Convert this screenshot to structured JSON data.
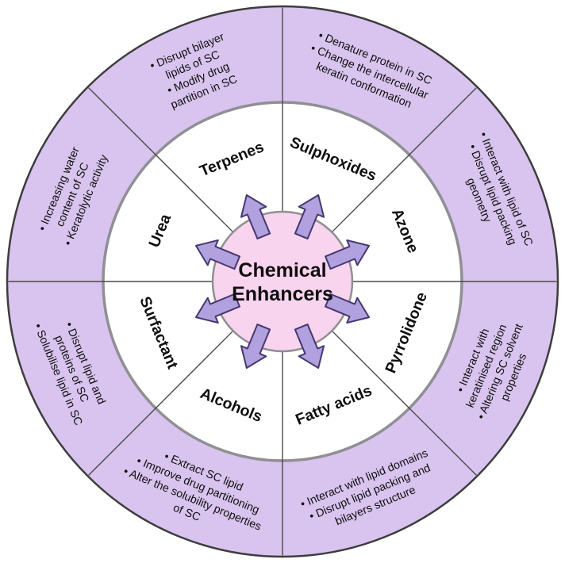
{
  "figure": {
    "type": "wheel-diagram",
    "center_title_lines": [
      "Chemical",
      "Enhancers"
    ],
    "segments": [
      {
        "label": "Sulphoxides",
        "points": [
          "Denature protein in SC",
          "Change the intercellular keratin conformation"
        ],
        "lines": [
          "• Denature protein in SC",
          "• Change the intercellular",
          "keratin conformation"
        ]
      },
      {
        "label": "Azone",
        "points": [
          "Interact with lipid of SC",
          "Disrupt lipid packing geometry"
        ],
        "lines": [
          "• Interact with lipid of SC",
          "• Disrupt lipid packing",
          "geometry"
        ]
      },
      {
        "label": "Pyrrolidone",
        "points": [
          "Interact with keratinised region",
          "Altering SC solvent properties"
        ],
        "lines": [
          "• Interact with",
          "keratinised region",
          "• Altering SC solvent",
          "properties"
        ]
      },
      {
        "label": "Fatty acids",
        "points": [
          "Interact with lipid domains",
          "Disrupt lipid packing and bilayers structure"
        ],
        "lines": [
          "• Interact with lipid domains",
          "• Disrupt lipid packing and",
          "bilayers structure"
        ]
      },
      {
        "label": "Alcohols",
        "points": [
          "Extract SC lipid",
          "Improve drug partitioning",
          "Alter the solubility properties of SC"
        ],
        "lines": [
          "• Extract SC lipid",
          "• Improve drug partitioning",
          "• Alter the solubility properties",
          "of SC"
        ]
      },
      {
        "label": "Surfactant",
        "points": [
          "Disrupt lipid and proteins of SC",
          "Solubilise lipid in SC"
        ],
        "lines": [
          "• Disrupt lipid and",
          "proteins of SC",
          "• Solubilise lipid in SC"
        ]
      },
      {
        "label": "Urea",
        "points": [
          "Increasing water content of SC",
          "Keratolytic activity"
        ],
        "lines": [
          "• Increasing water",
          "content of SC",
          "• Keratolytic activity"
        ]
      },
      {
        "label": "Terpenes",
        "points": [
          "Disrupt bilayer lipids of SC",
          "Modify drug partition in SC"
        ],
        "lines": [
          "• Disrupt bilayer",
          "lipids of SC",
          "• Modify drug",
          "partition in SC"
        ]
      }
    ],
    "colors": {
      "outer_ring": "#d8c4ee",
      "outer_edge": "#3d3d3d",
      "inner_ring": "#ffffff",
      "ring_stroke": "#8f8f94",
      "center_fill": "#f8d4ee",
      "divider": "#4a4a4a",
      "arrow_fill": "#b2a1df",
      "arrow_stroke": "#46376f",
      "text": "#0f0f0f"
    }
  }
}
